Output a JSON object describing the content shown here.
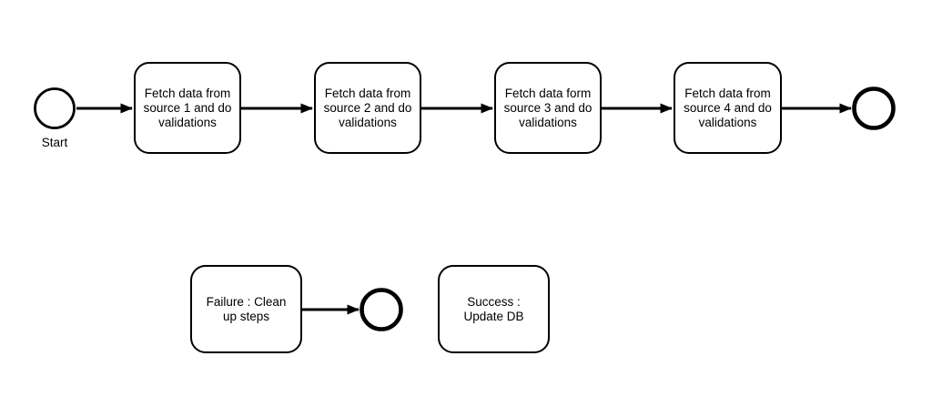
{
  "colors": {
    "background": "#ffffff",
    "stroke": "#000000",
    "text": "#000000"
  },
  "diagram": {
    "type": "flowchart",
    "start": {
      "label": "Start"
    },
    "tasks": [
      {
        "id": "task-1",
        "label": "Fetch data from\nsource 1 and do\nvalidations"
      },
      {
        "id": "task-2",
        "label": "Fetch data from\nsource 2 and do\nvalidations"
      },
      {
        "id": "task-3",
        "label": "Fetch data form\nsource 3 and do\nvalidations"
      },
      {
        "id": "task-4",
        "label": "Fetch data from\nsource 4 and do\nvalidations"
      }
    ],
    "failure": {
      "label": "Failure : Clean\nup steps"
    },
    "success": {
      "label": "Success :\nUpdate DB"
    }
  }
}
